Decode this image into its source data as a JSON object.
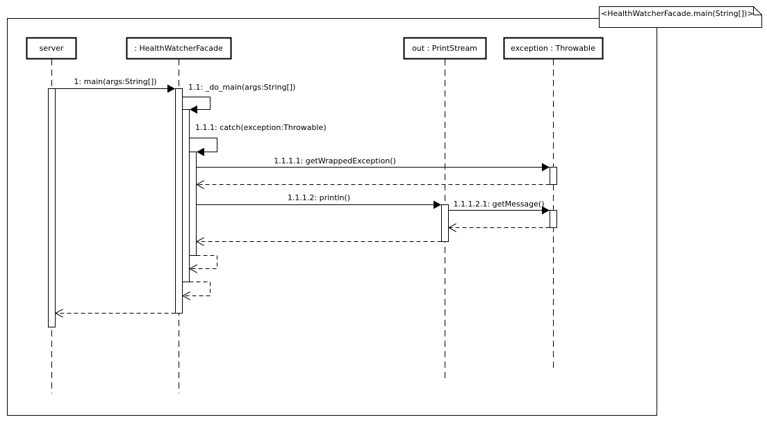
{
  "frame": {
    "tag": "<HealthWatcherFacade.main(String[])>"
  },
  "lifelines": {
    "server": "server",
    "facade": ": HealthWatcherFacade",
    "printstream": "out : PrintStream",
    "throwable": "exception : Throwable"
  },
  "messages": {
    "m1": "1: main(args:String[])",
    "m1_1": "1.1: _do_main(args:String[])",
    "m1_1_1": "1.1.1: catch(exception:Throwable)",
    "m1_1_1_1": "1.1.1.1: getWrappedException()",
    "m1_1_1_2": "1.1.1.2: println()",
    "m1_1_1_2_1": "1.1.1.2.1: getMessage()"
  }
}
